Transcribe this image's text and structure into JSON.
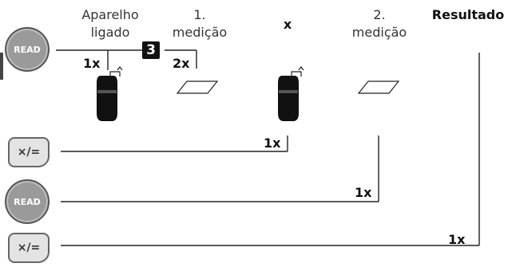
{
  "header": {
    "col_power": "Aparelho\nligado",
    "col_first": "1.\nmedição",
    "col_times": "x",
    "col_second": "2.\nmedição",
    "col_result": "Resultado"
  },
  "badge": "3",
  "buttons": {
    "read_1": "READ",
    "mult_1": "×/=",
    "read_2": "READ",
    "mult_2": "×/="
  },
  "counts": {
    "power": "1x",
    "first": "2x",
    "mult_1": "1x",
    "read_2": "1x",
    "mult_2": "1x"
  }
}
